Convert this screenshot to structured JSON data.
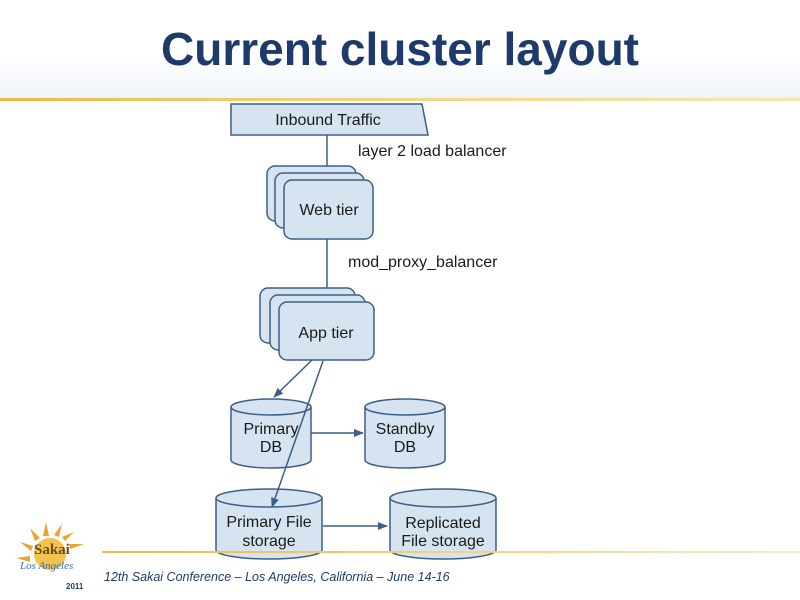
{
  "slide": {
    "title": "Current cluster layout",
    "footer": "12th Sakai Conference – Los Angeles, California – June 14-16"
  },
  "logo": {
    "word": "Sakai",
    "subtitle": "Los Angeles",
    "year": "2011"
  },
  "diagram": {
    "nodes": {
      "inbound": "Inbound Traffic",
      "web_tier": "Web tier",
      "app_tier": "App tier",
      "primary_db": [
        "Primary",
        "DB"
      ],
      "standby_db": [
        "Standby",
        "DB"
      ],
      "primary_file": [
        "Primary File",
        "storage"
      ],
      "replicated_file": [
        "Replicated",
        "File storage"
      ]
    },
    "edge_labels": {
      "lb": "layer 2 load balancer",
      "proxy": "mod_proxy_balancer"
    }
  },
  "colors": {
    "title": "#1e3a6b",
    "node_fill": "#d6e3f0",
    "node_stroke": "#3d5f85",
    "accent_gold": "#e9b94a"
  }
}
